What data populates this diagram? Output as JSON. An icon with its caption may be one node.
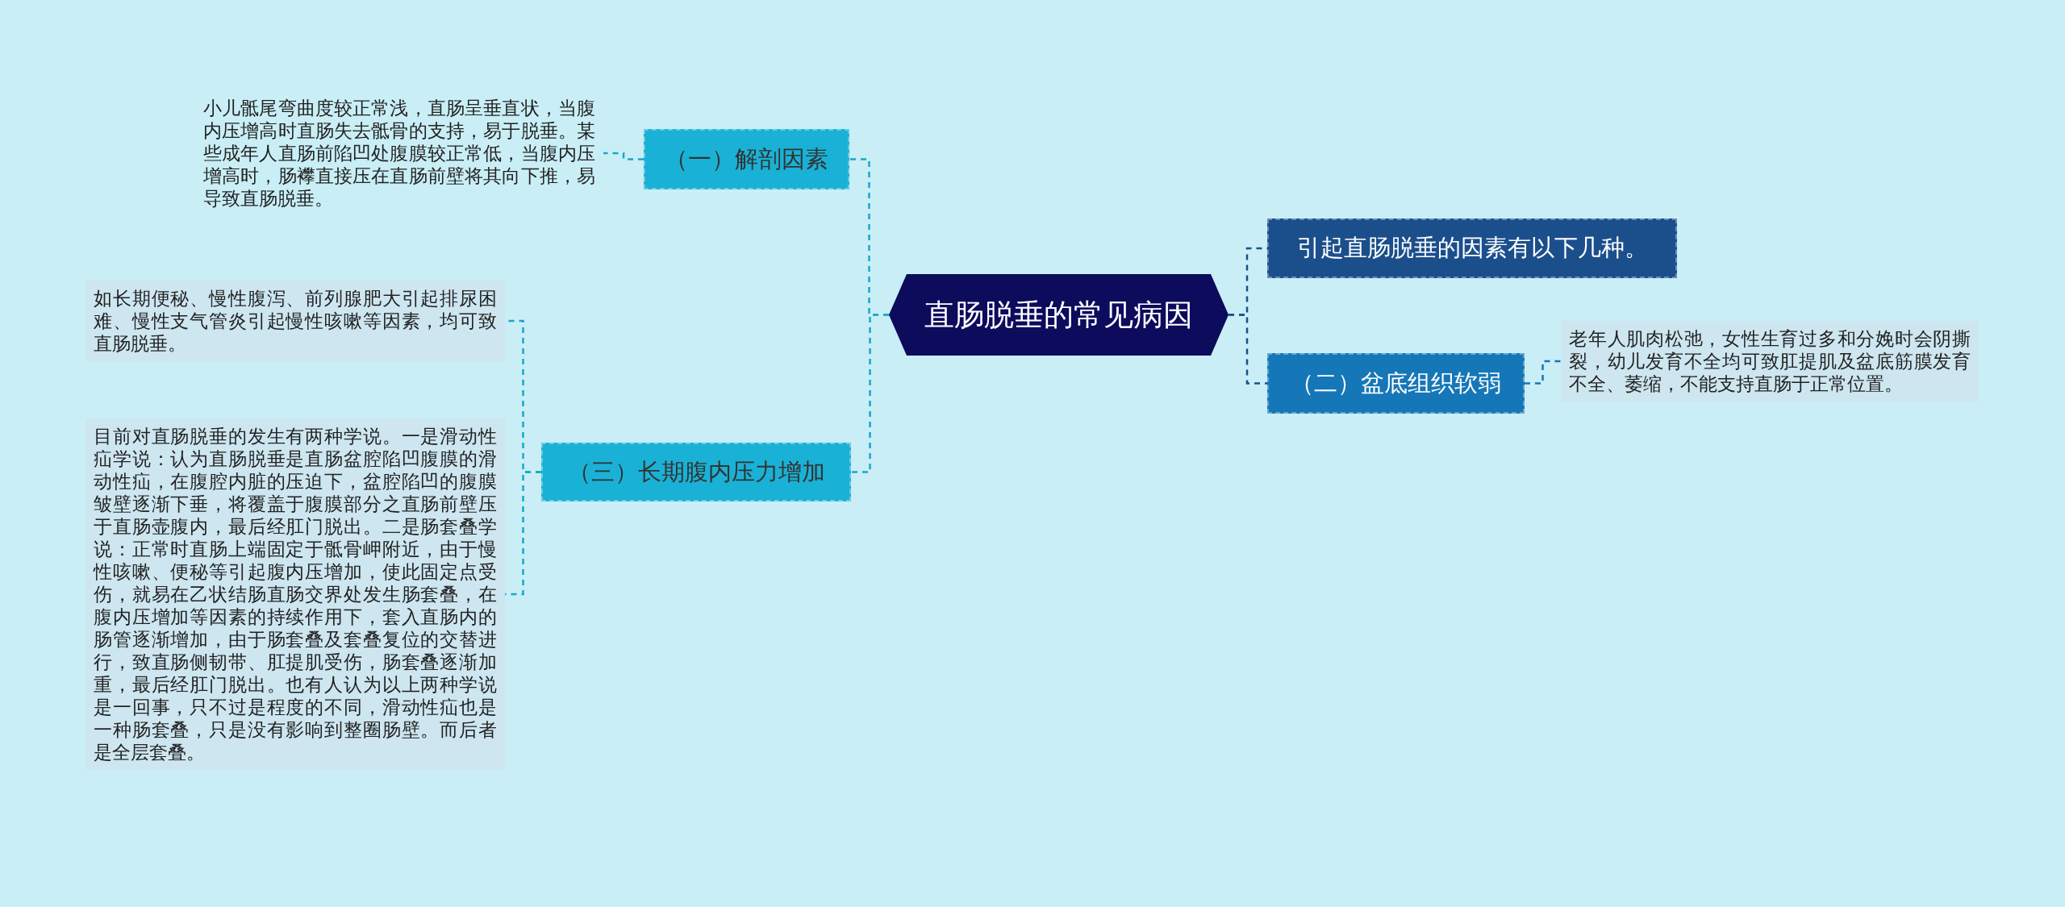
{
  "diagram": {
    "nodes": [
      {
        "text": [
          "直肠脱垂的常见病因"
        ]
      },
      {
        "text": [
          "（一）解剖因素"
        ]
      },
      {
        "text": [
          "小儿骶尾弯曲度较正常浅，直肠呈垂直状，当腹内压增高时直肠失去骶骨的支持，易于脱垂。某些成年人直肠前陷凹处腹膜较正常低，当腹内压增高时，肠襻直接压在直肠前壁将其向下推，易导致直肠脱垂。"
        ]
      },
      {
        "text": [
          "如长期便秘、慢性腹泻、前列腺肥大引起排尿困难、慢性支气管炎引起慢性咳嗽等因素，均可致直肠脱垂。"
        ]
      },
      {
        "text": [
          "目前对直肠脱垂的发生有两种学说。一是滑动性疝学说：认为直肠脱垂是直肠盆腔陷凹腹膜的滑动性疝，在腹腔内脏的压迫下，盆腔陷凹的腹膜皱壁逐渐下垂，将覆盖于腹膜部分之直肠前壁压于直肠壶腹内，最后经肛门脱出。二是肠套叠学说：正常时直肠上端固定于骶骨岬附近，由于慢性咳嗽、便秘等引起腹内压增加，使此固定点受伤，就易在乙状结肠直肠交界处发生肠套叠，在腹内压增加等因素的持续作用下，套入直肠内的肠管逐渐增加，由于肠套叠及套叠复位的交替进行，致直肠侧韧带、肛提肌受伤，肠套叠逐渐加重，最后经肛门脱出。也有人认为以上两种学说是一回事，只不过是程度的不同，滑动性疝也是一种肠套叠，只是没有影响到整圈肠壁。而后者是全层套叠。"
        ]
      },
      {
        "text": [
          "（三）长期腹内压力增加"
        ]
      },
      {
        "text": [
          "引起直肠脱垂的因素有以下几种。"
        ]
      },
      {
        "text": [
          "（二）盆底组织软弱"
        ]
      },
      {
        "text": [
          "老年人肌肉松弛，女性生育过多和分娩时会阴撕裂，幼儿发育不全均可致肛提肌及盆底筋膜发育不全、萎缩，不能支持直肠于正常位置。"
        ]
      }
    ],
    "edges": [
      {
        "from": 0,
        "to": 1,
        "arrow": "none",
        "style": "dashed"
      },
      {
        "from": 1,
        "to": 2,
        "arrow": "none",
        "style": "dashed"
      },
      {
        "from": 0,
        "to": 5,
        "arrow": "none",
        "style": "dashed"
      },
      {
        "from": 5,
        "to": 3,
        "arrow": "none",
        "style": "dashed"
      },
      {
        "from": 5,
        "to": 4,
        "arrow": "none",
        "style": "dashed"
      },
      {
        "from": 0,
        "to": 6,
        "arrow": "none",
        "style": "dashed",
        "color": "#1b4f8c"
      },
      {
        "from": 0,
        "to": 7,
        "arrow": "none",
        "style": "dashed",
        "color": "#1b4f8c"
      },
      {
        "from": 7,
        "to": 8,
        "arrow": "none",
        "style": "dashed",
        "color": "#1577b8"
      }
    ]
  }
}
